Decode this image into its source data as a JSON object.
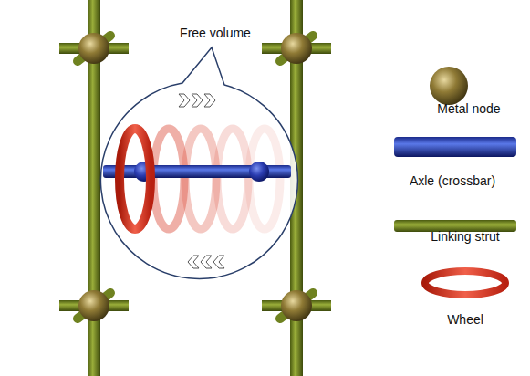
{
  "diagram": {
    "labels": [
      "Free volume"
    ],
    "legend": [
      {
        "text": "Metal node"
      },
      {
        "text": "Axle (crossbar)"
      },
      {
        "text": "Linking strut"
      },
      {
        "text": "Wheel"
      }
    ]
  }
}
